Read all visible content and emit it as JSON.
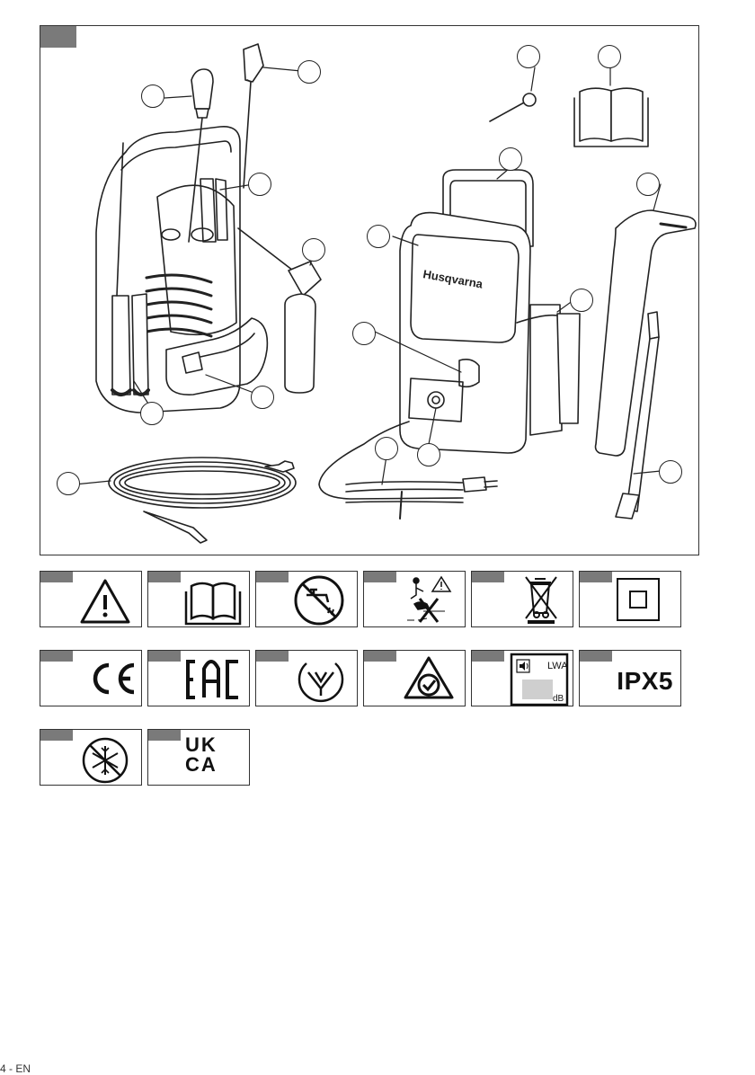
{
  "figure": {
    "brand_label": "Husqvarna",
    "callout_count": 18,
    "parts": [
      "foam-nozzle",
      "rotary-nozzle",
      "nozzle-holder",
      "detergent-bottle",
      "hose-reel-holder",
      "water-inlet-connector",
      "high-pressure-hose",
      "cleaning-brush",
      "operators-manual",
      "handle",
      "product-cover",
      "on-off-switch",
      "water-outlet-connector",
      "power-cord",
      "accessory-storage",
      "trigger-gun",
      "lance"
    ]
  },
  "symbols": [
    {
      "icon": "warning-icon"
    },
    {
      "icon": "manual-icon"
    },
    {
      "icon": "no-drinking-water-icon"
    },
    {
      "icon": "no-spraying-people-icon"
    },
    {
      "icon": "crossed-bin-icon"
    },
    {
      "icon": "double-insulation-icon"
    },
    {
      "icon": "ce-mark-icon",
      "text": "CE"
    },
    {
      "icon": "eac-mark-icon",
      "text": "EAC"
    },
    {
      "icon": "ukrsepro-mark-icon"
    },
    {
      "icon": "rcm-mark-icon"
    },
    {
      "icon": "noise-level-icon",
      "label_top": "LWA",
      "label_bottom": "dB"
    },
    {
      "icon": "ipx5-icon",
      "text": "IPX5"
    },
    {
      "icon": "no-frost-icon"
    },
    {
      "icon": "ukca-mark-icon",
      "text_line1": "UK",
      "text_line2": "CA"
    }
  ],
  "footer": {
    "text": "4 - EN"
  }
}
